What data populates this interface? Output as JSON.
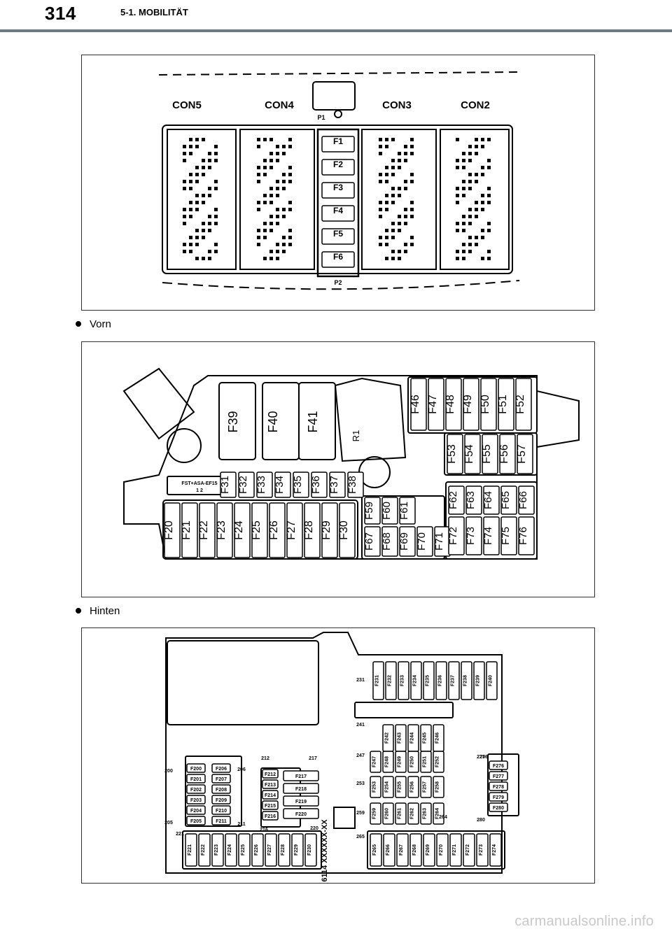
{
  "header": {
    "page_number": "314",
    "section": "5-1. MOBILITÄT"
  },
  "diagram1": {
    "connectors": [
      "CON5",
      "CON4",
      "CON3",
      "CON2"
    ],
    "p1": "P1",
    "p2": "P2",
    "fuses": [
      "F1",
      "F2",
      "F3",
      "F4",
      "F5",
      "F6"
    ]
  },
  "bullets": {
    "front": "Vorn",
    "rear": "Hinten"
  },
  "diagram2": {
    "big_fuses": [
      "F39",
      "F40",
      "F41"
    ],
    "relay": "R1",
    "top_right": [
      "F46",
      "F47",
      "F48",
      "F49",
      "F50",
      "F51",
      "F52"
    ],
    "mid_right": [
      "F53",
      "F54",
      "F55",
      "F56",
      "F57"
    ],
    "left_row_top": [
      "F31",
      "F32",
      "F33",
      "F34",
      "F35",
      "F36",
      "F37",
      "F38"
    ],
    "left_row_bottom": [
      "F20",
      "F21",
      "F22",
      "F23",
      "F24",
      "F25",
      "F26",
      "F27",
      "F28",
      "F29",
      "F30"
    ],
    "mid_top": [
      "F59",
      "F60",
      "F61"
    ],
    "mid_bottom": [
      "F67",
      "F68",
      "F69",
      "F70",
      "F71"
    ],
    "right_top": [
      "F62",
      "F63",
      "F64",
      "F65",
      "F66"
    ],
    "right_bottom": [
      "F72",
      "F73",
      "F74",
      "F75",
      "F76"
    ],
    "label_line1": "FST+ASA-EF15",
    "label_line2": "1 2"
  },
  "diagram3": {
    "top_row": [
      "F231",
      "F232",
      "F233",
      "F234",
      "F235",
      "F236",
      "F237",
      "F238",
      "F239",
      "F240"
    ],
    "row2": [
      "F247",
      "F248",
      "F249",
      "F250",
      "F251",
      "F252"
    ],
    "row2b": [
      "F242",
      "F243",
      "F244",
      "F245",
      "F246"
    ],
    "row3": [
      "F253",
      "F254",
      "F255",
      "F256",
      "F257",
      "F258"
    ],
    "row4": [
      "F259",
      "F260",
      "F261",
      "F262",
      "F263",
      "F264"
    ],
    "left_col_a": [
      "F200",
      "F201",
      "F202",
      "F203",
      "F204",
      "F205"
    ],
    "left_col_b": [
      "F206",
      "F207",
      "F208",
      "F209",
      "F210",
      "F211"
    ],
    "mid_col": [
      "F212",
      "F213",
      "F214",
      "F215",
      "F216"
    ],
    "mid_wide": [
      "F217",
      "F218",
      "F219",
      "F220"
    ],
    "right_col": [
      "F276",
      "F277",
      "F278",
      "F279",
      "F280"
    ],
    "bottom_left": [
      "F221",
      "F222",
      "F223",
      "F224",
      "F225",
      "F226",
      "F227",
      "F228",
      "F229",
      "F230"
    ],
    "bottom_right": [
      "F265",
      "F266",
      "F267",
      "F268",
      "F269",
      "F270",
      "F271",
      "F272",
      "F273",
      "F274"
    ],
    "part_no": "6114 XXXXXX-XX",
    "small_labels": [
      "200",
      "205",
      "206",
      "211",
      "212",
      "216",
      "217",
      "220",
      "221",
      "231",
      "241",
      "247",
      "253",
      "259",
      "264",
      "265",
      "275",
      "276",
      "280"
    ]
  },
  "footer": {
    "watermark": "carmanualsonline.info"
  }
}
